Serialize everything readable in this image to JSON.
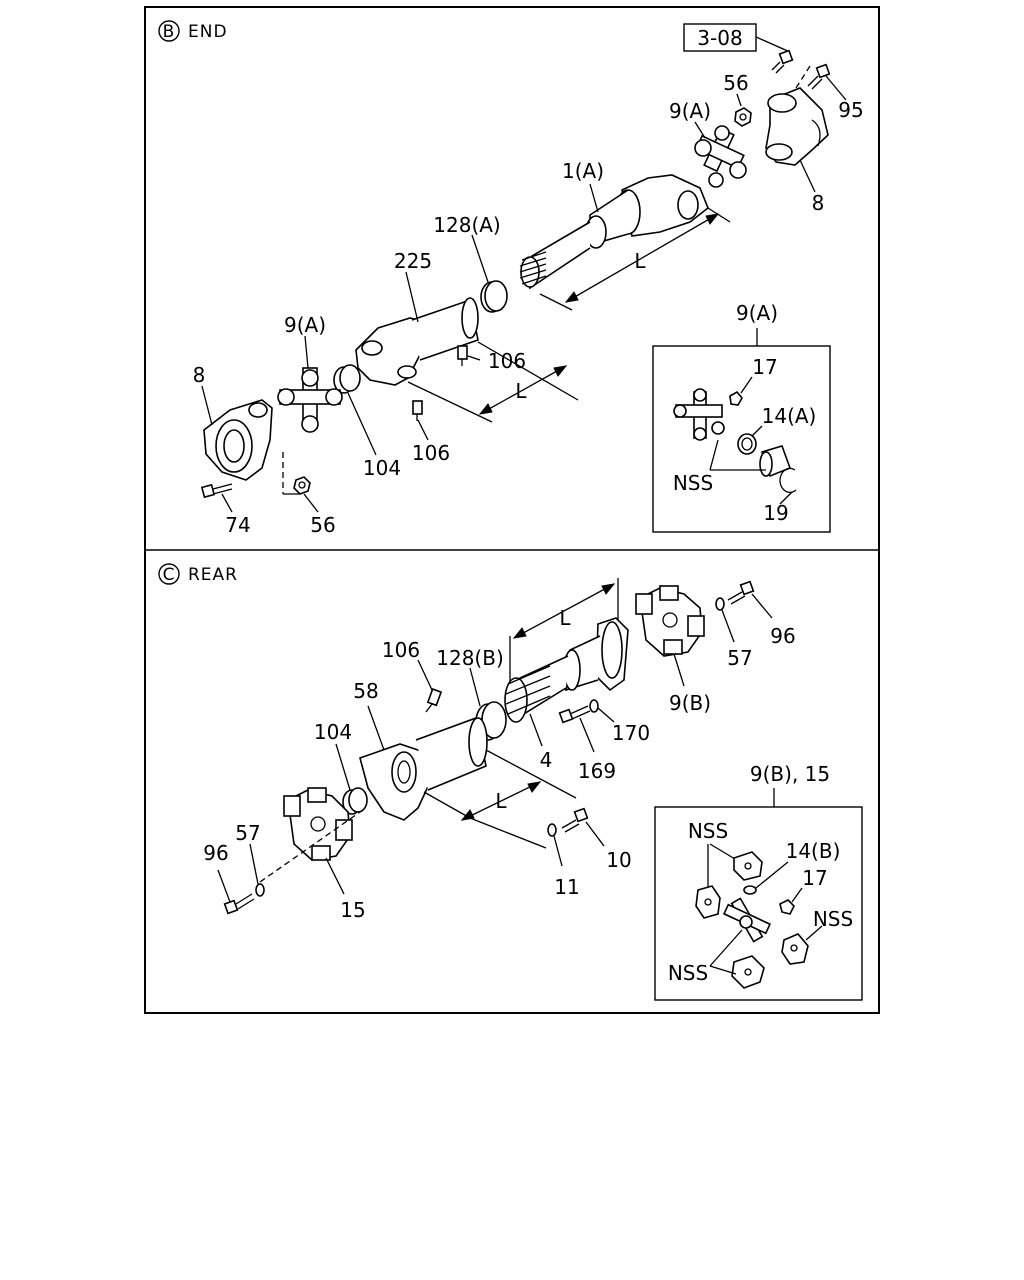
{
  "sections": {
    "end": {
      "badge": "B",
      "title": "END"
    },
    "rear": {
      "badge": "C",
      "title": "REAR"
    }
  },
  "end_labels": {
    "ref": "3-08",
    "nut_56_top": "56",
    "bolt_95": "95",
    "cross_9a_top": "9(A)",
    "yoke_8_right": "8",
    "shaft_1a": "1(A)",
    "seal_128a": "128(A)",
    "tube_225": "225",
    "len_L_top": "L",
    "fitting_106_mid": "106",
    "cross_9a_left": "9(A)",
    "yoke_8_left": "8",
    "len_L_left": "L",
    "bearing_104": "104",
    "fitting_106_low": "106",
    "bolt_74": "74",
    "nut_56_low": "56",
    "inset_title": "9(A)",
    "inset_17": "17",
    "inset_14a": "14(A)",
    "inset_nss": "NSS",
    "inset_19": "19"
  },
  "rear_labels": {
    "len_L_top": "L",
    "bolt_96_right": "96",
    "washer_57_right": "57",
    "cross_9b": "9(B)",
    "fitting_106": "106",
    "seal_128b": "128(B)",
    "yoke_58": "58",
    "bearing_104": "104",
    "shaft_4": "4",
    "washer_170": "170",
    "bolt_169": "169",
    "len_L_low": "L",
    "washer_57_left": "57",
    "bolt_96_left": "96",
    "cross_15": "15",
    "washer_11": "11",
    "bolt_10": "10",
    "inset_title": "9(B), 15",
    "inset_nss_top": "NSS",
    "inset_14b": "14(B)",
    "inset_17": "17",
    "inset_nss_right": "NSS",
    "inset_nss_bottom": "NSS"
  }
}
